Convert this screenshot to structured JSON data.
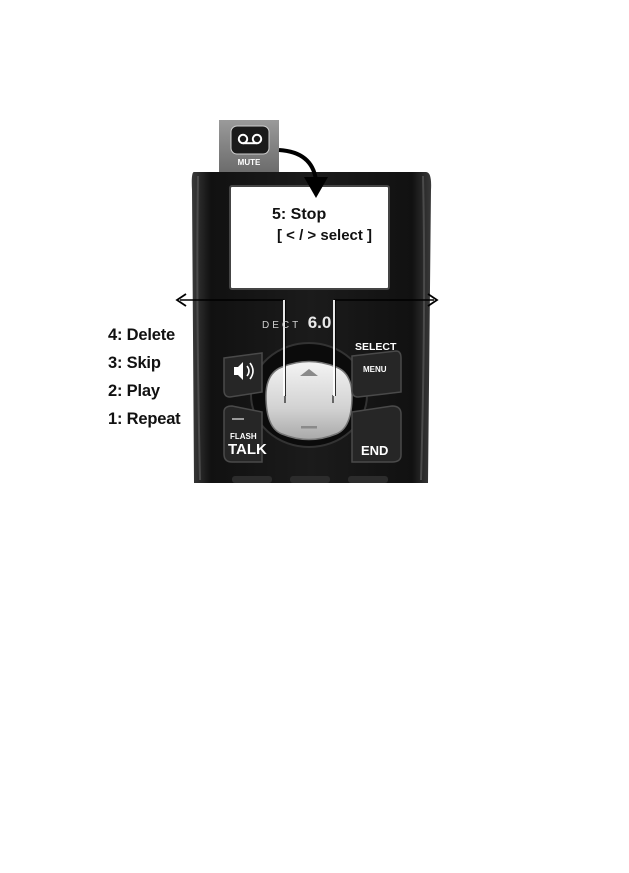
{
  "mute_key": {
    "label": "MUTE",
    "icon": "voicemail-icon"
  },
  "screen": {
    "line1": "5: Stop",
    "line2": "[ < / > select ]"
  },
  "brand": {
    "dect_text": "DECT",
    "dect_version": "6.0"
  },
  "keys": {
    "select": "SELECT",
    "menu": "MENU",
    "flash": "FLASH",
    "talk": "TALK",
    "end": "END",
    "speaker_icon": "speaker-icon"
  },
  "options": [
    {
      "label": "4: Delete"
    },
    {
      "label": "3: Skip"
    },
    {
      "label": "2: Play"
    },
    {
      "label": "1: Repeat"
    }
  ],
  "colors": {
    "handset": "#141414",
    "screen": "#ffffff",
    "arrow": "#000000",
    "key": "#2a2a2a"
  }
}
